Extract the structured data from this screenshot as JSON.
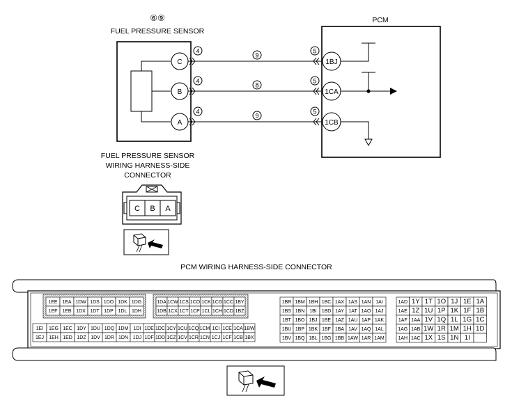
{
  "sensor": {
    "ref_numbers": "⑥⑨",
    "title": "FUEL PRESSURE SENSOR",
    "pins": [
      "C",
      "B",
      "A"
    ],
    "connector_caption": [
      "FUEL PRESSURE SENSOR",
      "WIRING HARNESS-SIDE",
      "CONNECTOR"
    ],
    "connector_pins": [
      "C",
      "B",
      "A"
    ]
  },
  "pcm": {
    "title": "PCM",
    "pins": [
      "1BJ",
      "1CA",
      "1CB"
    ]
  },
  "wires": [
    {
      "sensor_pin": "C",
      "pcm_pin": "1BJ",
      "sensor_ref": "4",
      "wire_ref": "9",
      "pcm_ref": "5"
    },
    {
      "sensor_pin": "B",
      "pcm_pin": "1CA",
      "sensor_ref": "4",
      "wire_ref": "8",
      "pcm_ref": "5"
    },
    {
      "sensor_pin": "A",
      "pcm_pin": "1CB",
      "sensor_ref": "4",
      "wire_ref": "9",
      "pcm_ref": "5"
    }
  ],
  "pcm_connector": {
    "caption": "PCM WIRING HARNESS-SIDE CONNECTOR",
    "block1_top": [
      [
        "1EE",
        "1EA",
        "1DW",
        "1DS",
        "1DO",
        "1DK",
        "1DG"
      ],
      [
        "1EF",
        "1EB",
        "1DX",
        "1DT",
        "1DP",
        "1DL",
        "1DH"
      ]
    ],
    "block1_bottom": [
      [
        "1EI",
        "1EG",
        "1EC",
        "1DY",
        "1DU",
        "1DQ",
        "1DM",
        "1DI"
      ],
      [
        "1EJ",
        "1EH",
        "1ED",
        "1DZ",
        "1DV",
        "1DR",
        "1DN",
        "1DJ"
      ]
    ],
    "block2_top": [
      [
        "1DA",
        "1CW",
        "1CS",
        "1CO",
        "1CK",
        "1CG",
        "1CC",
        "1BY"
      ],
      [
        "1DB",
        "1CX",
        "1CT",
        "1CP",
        "1CL",
        "1CH",
        "1CD",
        "1BZ"
      ]
    ],
    "block2_bottom": [
      [
        "1DE",
        "1DC",
        "1CY",
        "1CU",
        "1CQ",
        "1CM",
        "1CI",
        "1CE",
        "1CA",
        "1BW"
      ],
      [
        "1DF",
        "1DD",
        "1CZ",
        "1CV",
        "1CR",
        "1CN",
        "1CJ",
        "1CF",
        "1CB",
        "1BX"
      ]
    ],
    "block3": [
      [
        "1BR",
        "1BM",
        "1BH",
        "1BC",
        "1AX",
        "1AS",
        "1AN",
        "1AI"
      ],
      [
        "1BS",
        "1BN",
        "1BI",
        "1BD",
        "1AY",
        "1AT",
        "1AO",
        "1AJ"
      ],
      [
        "1BT",
        "1BO",
        "1BJ",
        "1BE",
        "1AZ",
        "1AU",
        "1AP",
        "1AK"
      ],
      [
        "1BU",
        "1BP",
        "1BK",
        "1BF",
        "1BA",
        "1AV",
        "1AQ",
        "1AL"
      ],
      [
        "1BV",
        "1BQ",
        "1BL",
        "1BG",
        "1BB",
        "1AW",
        "1AR",
        "1AM"
      ]
    ],
    "block4": [
      [
        "1AD",
        "1Y",
        "1T",
        "1O",
        "1J",
        "1E",
        "1A"
      ],
      [
        "1AE",
        "1Z",
        "1U",
        "1P",
        "1K",
        "1F",
        "1B"
      ],
      [
        "1AF",
        "1AA",
        "1V",
        "1Q",
        "1L",
        "1G",
        "1C"
      ],
      [
        "1AG",
        "1AB",
        "1W",
        "1R",
        "1M",
        "1H",
        "1D"
      ],
      [
        "1AH",
        "1AC",
        "1X",
        "1S",
        "1N",
        "1I",
        ""
      ]
    ]
  }
}
